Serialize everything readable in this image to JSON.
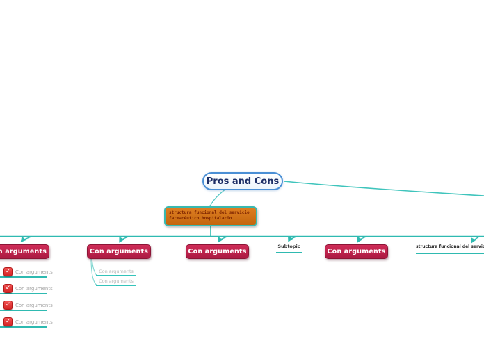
{
  "root_topic": {
    "label": "Pros and Cons"
  },
  "main_topic": {
    "label": "structura funcional del servicio\nfarmacéutico hospitalario"
  },
  "subtopics": [
    {
      "label": "Con arguments",
      "style": "red",
      "children": [
        {
          "label": "Con arguments",
          "checked": true
        },
        {
          "label": "Con arguments",
          "checked": true
        },
        {
          "label": "Con arguments",
          "checked": true
        },
        {
          "label": "Con arguments",
          "checked": true
        }
      ]
    },
    {
      "label": "Con arguments",
      "style": "red",
      "children": [
        {
          "label": "Con arguments"
        },
        {
          "label": "Con arguments"
        }
      ]
    },
    {
      "label": "Con arguments",
      "style": "red"
    },
    {
      "label": "Subtopic",
      "style": "underline"
    },
    {
      "label": "Con arguments",
      "style": "red"
    },
    {
      "label": "structura funcional del servicio far",
      "style": "underline"
    }
  ],
  "icons": {
    "check_glyph": "✓"
  },
  "colors": {
    "branch_line": "#2fbab1",
    "link_line": "#52c7c4",
    "red_node": "#c12450",
    "red_node_border": "#8c1536",
    "orange_node": "#d2711b",
    "orange_node_border": "#38b9b0",
    "root_border": "#4a8fd5",
    "root_text": "#1c2e66",
    "checkbox_red": "#dd2f2f",
    "muted_text": "#a6a6a6"
  }
}
